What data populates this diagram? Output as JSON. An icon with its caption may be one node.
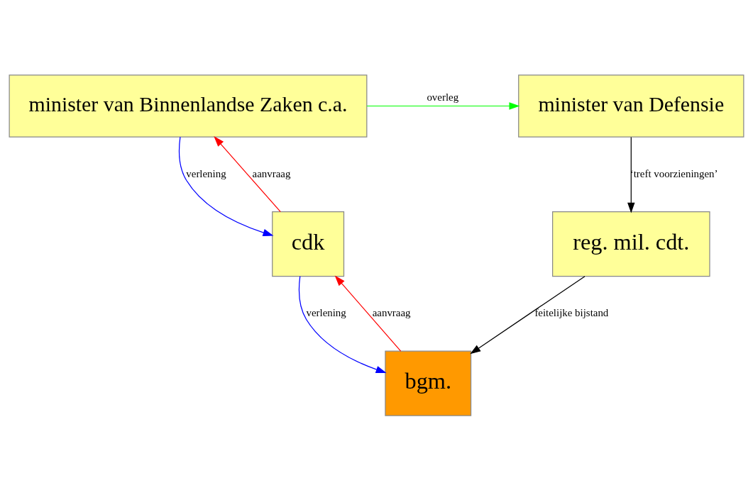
{
  "diagram": {
    "nodes": [
      {
        "text": [
          "minister van Binnenlandse Zaken c.a."
        ]
      },
      {
        "text": [
          "minister van Defensie"
        ]
      },
      {
        "text": [
          "cdk"
        ]
      },
      {
        "text": [
          "reg. mil. cdt."
        ]
      },
      {
        "text": [
          "bgm."
        ]
      }
    ],
    "edges": [
      {
        "from": 0,
        "to": 1,
        "arrow": "to",
        "label": "overleg",
        "color": "#00ff00"
      },
      {
        "from": 2,
        "to": 0,
        "arrow": "to",
        "label": "aanvraag",
        "color": "#ff0000"
      },
      {
        "from": 0,
        "to": 2,
        "arrow": "to",
        "label": "verlening",
        "color": "#0000ff"
      },
      {
        "from": 1,
        "to": 3,
        "arrow": "to",
        "label": "‘treft voorzieningen’",
        "color": "#000000"
      },
      {
        "from": 4,
        "to": 2,
        "arrow": "to",
        "label": "aanvraag",
        "color": "#ff0000"
      },
      {
        "from": 2,
        "to": 4,
        "arrow": "to",
        "label": "verlening",
        "color": "#0000ff"
      },
      {
        "from": 3,
        "to": 4,
        "arrow": "to",
        "label": "feitelijke bijstand",
        "color": "#000000"
      }
    ]
  }
}
